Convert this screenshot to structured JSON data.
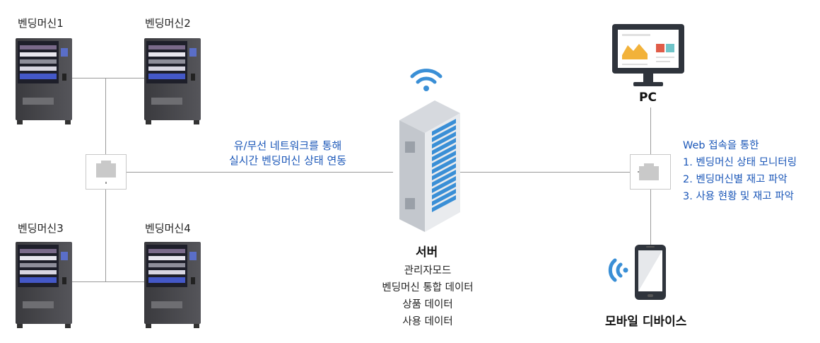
{
  "vending_machines": [
    {
      "label": "벤딩머신1"
    },
    {
      "label": "벤딩머신2"
    },
    {
      "label": "벤딩머신3"
    },
    {
      "label": "벤딩머신4"
    }
  ],
  "network": {
    "lines": [
      "유/무선 네트워크를 통해",
      "실시간 벤딩머신 상태 연동"
    ]
  },
  "server": {
    "title": "서버",
    "items": [
      "관리자모드",
      "벤딩머신 통합 데이터",
      "상품 데이터",
      "사용 데이터"
    ]
  },
  "pc": {
    "title": "PC"
  },
  "mobile": {
    "title": "모바일 디바이스"
  },
  "web_access": {
    "heading": "Web 접속을 통한",
    "items": [
      "1. 벤딩머신 상태 모니터링",
      "2. 벤딩머신별 재고 파악",
      "3. 사용 현황 및 재고 파악"
    ]
  },
  "colors": {
    "accent": "#1b57b8",
    "line": "#9a9a9a",
    "server_blue": "#3a8fd6"
  }
}
